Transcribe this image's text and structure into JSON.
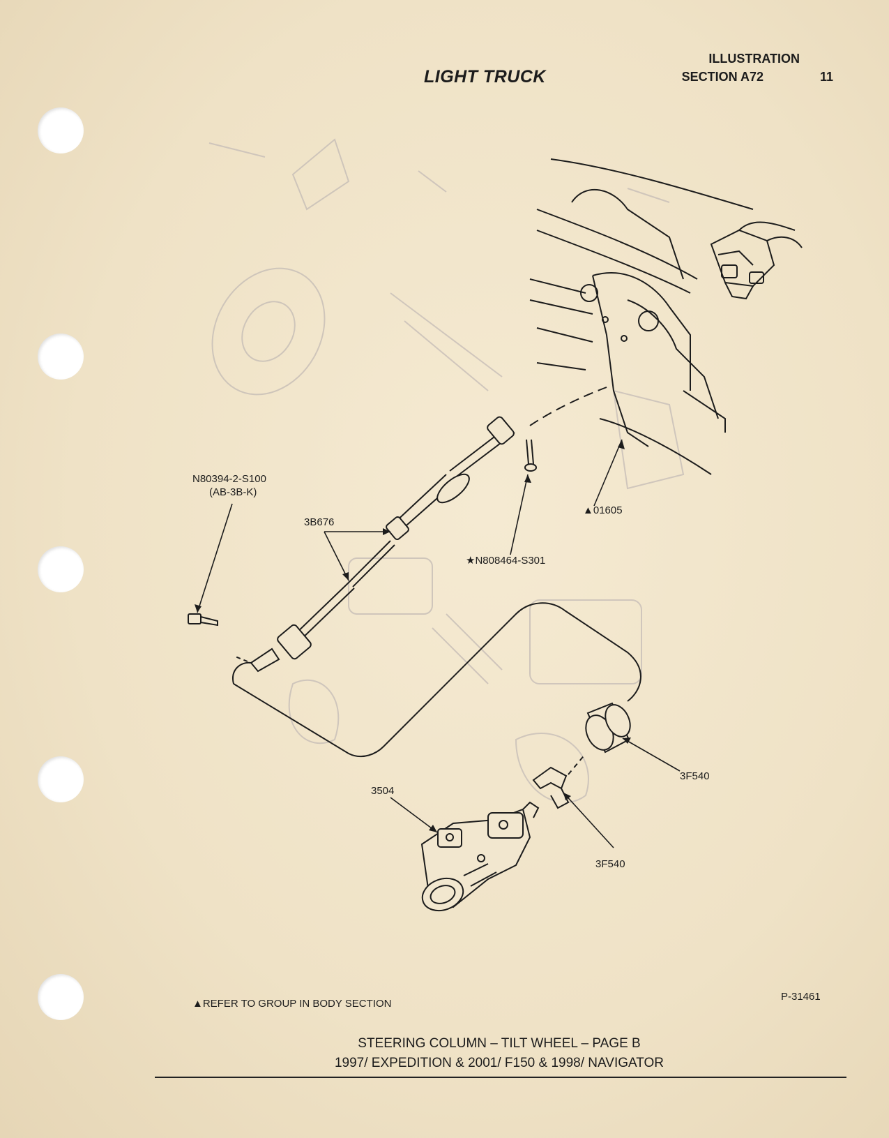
{
  "header": {
    "illustration": "ILLUSTRATION",
    "section": "SECTION A72",
    "page_number": "11",
    "title": "LIGHT TRUCK"
  },
  "callouts": {
    "n80394_line1": "N80394-2-S100",
    "n80394_line2": "(AB-3B-K)",
    "part_3b676": "3B676",
    "part_01605": "▲01605",
    "part_n808464": "★N808464-S301",
    "part_3504": "3504",
    "part_3f540_a": "3F540",
    "part_3f540_b": "3F540"
  },
  "footer": {
    "note": "▲REFER TO GROUP IN BODY SECTION",
    "figure_number": "P-31461",
    "caption_line1": "STEERING COLUMN – TILT WHEEL – PAGE B",
    "caption_line2": "1997/ EXPEDITION & 2001/ F150 & 1998/ NAVIGATOR"
  }
}
